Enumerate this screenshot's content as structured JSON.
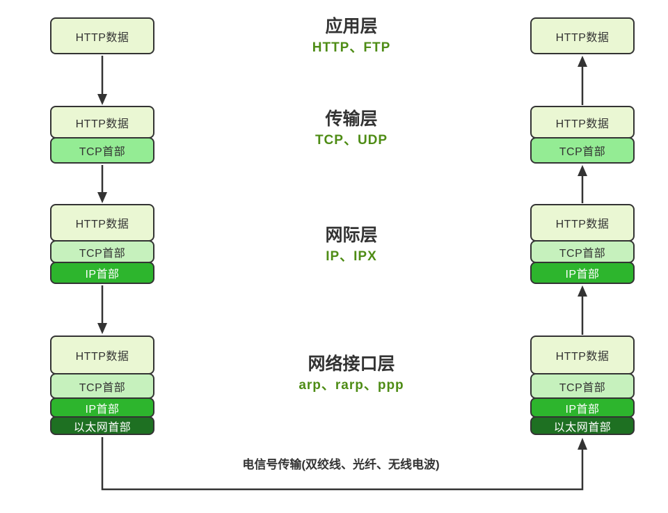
{
  "diagram": {
    "layers": [
      {
        "name": "应用层",
        "protocols": "HTTP、FTP"
      },
      {
        "name": "传输层",
        "protocols": "TCP、UDP"
      },
      {
        "name": "网际层",
        "protocols": "IP、IPX"
      },
      {
        "name": "网络接口层",
        "protocols": "arp、rarp、ppp"
      }
    ],
    "rows": {
      "http": "HTTP数据",
      "tcp": "TCP首部",
      "ip": "IP首部",
      "eth": "以太网首部"
    },
    "bottom_note": "电信号传输(双绞线、光纤、无线电波)",
    "colors": {
      "http_row_bg": "#eaf7d3",
      "tcp_row_bg_medium": "#94ec94",
      "tcp_row_bg_light": "#c6f1bd",
      "ip_row_bg": "#2db52d",
      "eth_row_bg": "#1e7022",
      "outline": "#333333",
      "protocol_text_green": "#4e8c15"
    }
  }
}
